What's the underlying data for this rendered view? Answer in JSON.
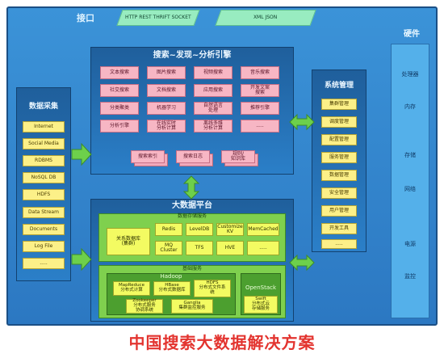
{
  "interface": {
    "title": "接口",
    "box1": "HTTP  REST  THRIFT  SOCKET",
    "box2": "XML  JSON"
  },
  "hardware": {
    "title": "硬件",
    "items": [
      "处理器",
      "内存",
      "存储",
      "网络",
      "电源",
      "监控"
    ]
  },
  "collection": {
    "title": "数据采集",
    "items": [
      "Internet",
      "Social Media",
      "RDBMS",
      "NoSQL DB",
      "HDFS",
      "Data Stream",
      "Documents",
      "Log File",
      "....."
    ]
  },
  "search": {
    "title": "搜索~发现~分析引擎",
    "grid": [
      [
        "文本搜索",
        "图片搜索",
        "视频搜索",
        "音乐搜索"
      ],
      [
        "社交搜索",
        "文档搜索",
        "应用搜索",
        "开发文案\n搜索"
      ],
      [
        "分类聚类",
        "机器学习",
        "自然语言\n处理",
        "推荐引擎"
      ],
      [
        "分析引擎",
        "在线实时\n分析计算",
        "离线多维\n分析计算",
        "....."
      ]
    ],
    "stores": [
      "搜索索引",
      "搜索日志",
      "规则/\n知识库"
    ]
  },
  "system": {
    "title": "系统管理",
    "items": [
      "集群管理",
      "调度管理",
      "配置管理",
      "服务管理",
      "数据管理",
      "安全管理",
      "用户管理",
      "开发工具",
      "....."
    ]
  },
  "bigdata": {
    "title": "大数据平台",
    "storage": {
      "title": "数据存储服务",
      "rdb": "关系数据库\n(集群)",
      "items": [
        "Redis",
        "LevelDB",
        "Customize\nKV",
        "MemCached",
        "MQ\nCluster",
        "TFS",
        "HVE",
        "....."
      ]
    },
    "base": {
      "title": "基础服务",
      "hadoop": "Hadoop",
      "mapreduce": "MapReduce\n分布式计算",
      "hbase": "HBase\n分布式数据库",
      "hdfs": "HDFS\n分布式文件系\n统",
      "zookeeper": "Zookeeper\n分布式服务\n协调系统",
      "ganglia": "Ganglia\n集群监控服务",
      "openstack": "OpenStack",
      "swift": "Swift\n分布式云\n存储服务"
    }
  },
  "footer": {
    "title": "中国搜索大数据解决方案"
  },
  "colors": {
    "frame": "#2c78c2",
    "pink": "#f7b6c4",
    "yellow": "#fcf088",
    "green": "#7fd04e",
    "arrow": "#6dd04b",
    "title": "#e3342f"
  }
}
